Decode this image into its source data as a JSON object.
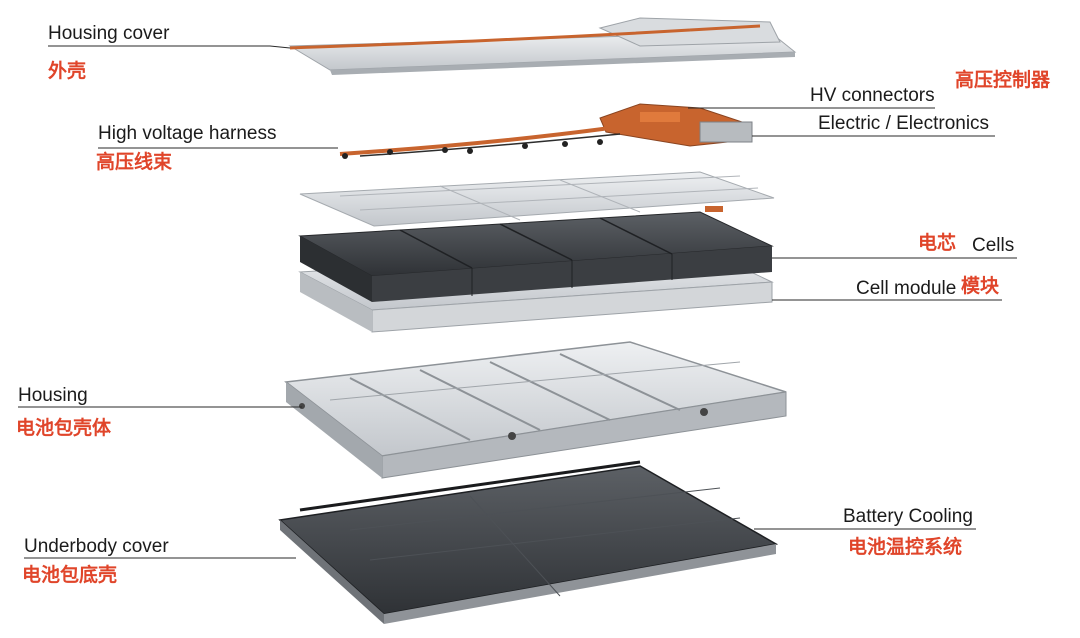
{
  "labels": {
    "housing_cover": {
      "en": "Housing cover",
      "cn": "外壳"
    },
    "hv_controller": {
      "cn": "高压控制器"
    },
    "hv_connectors": {
      "en": "HV connectors"
    },
    "electronics": {
      "en": "Electric / Electronics"
    },
    "hv_harness": {
      "en": "High voltage harness",
      "cn": "高压线束"
    },
    "cells": {
      "en": "Cells",
      "cn": "电芯"
    },
    "cell_module": {
      "en": "Cell module",
      "cn": "模块"
    },
    "housing": {
      "en": "Housing",
      "cn": "电池包壳体"
    },
    "battery_cooling": {
      "en": "Battery Cooling",
      "cn": "电池温控系统"
    },
    "underbody_cover": {
      "en": "Underbody cover",
      "cn": "电池包底壳"
    }
  },
  "colors": {
    "accent_cn": "#e0452a",
    "label_text": "#1b1b1b",
    "copper": "#c8642e",
    "aluminum": "#c9ccd0",
    "cell_dark": "#4a4d52",
    "underbody": "#35383c"
  }
}
